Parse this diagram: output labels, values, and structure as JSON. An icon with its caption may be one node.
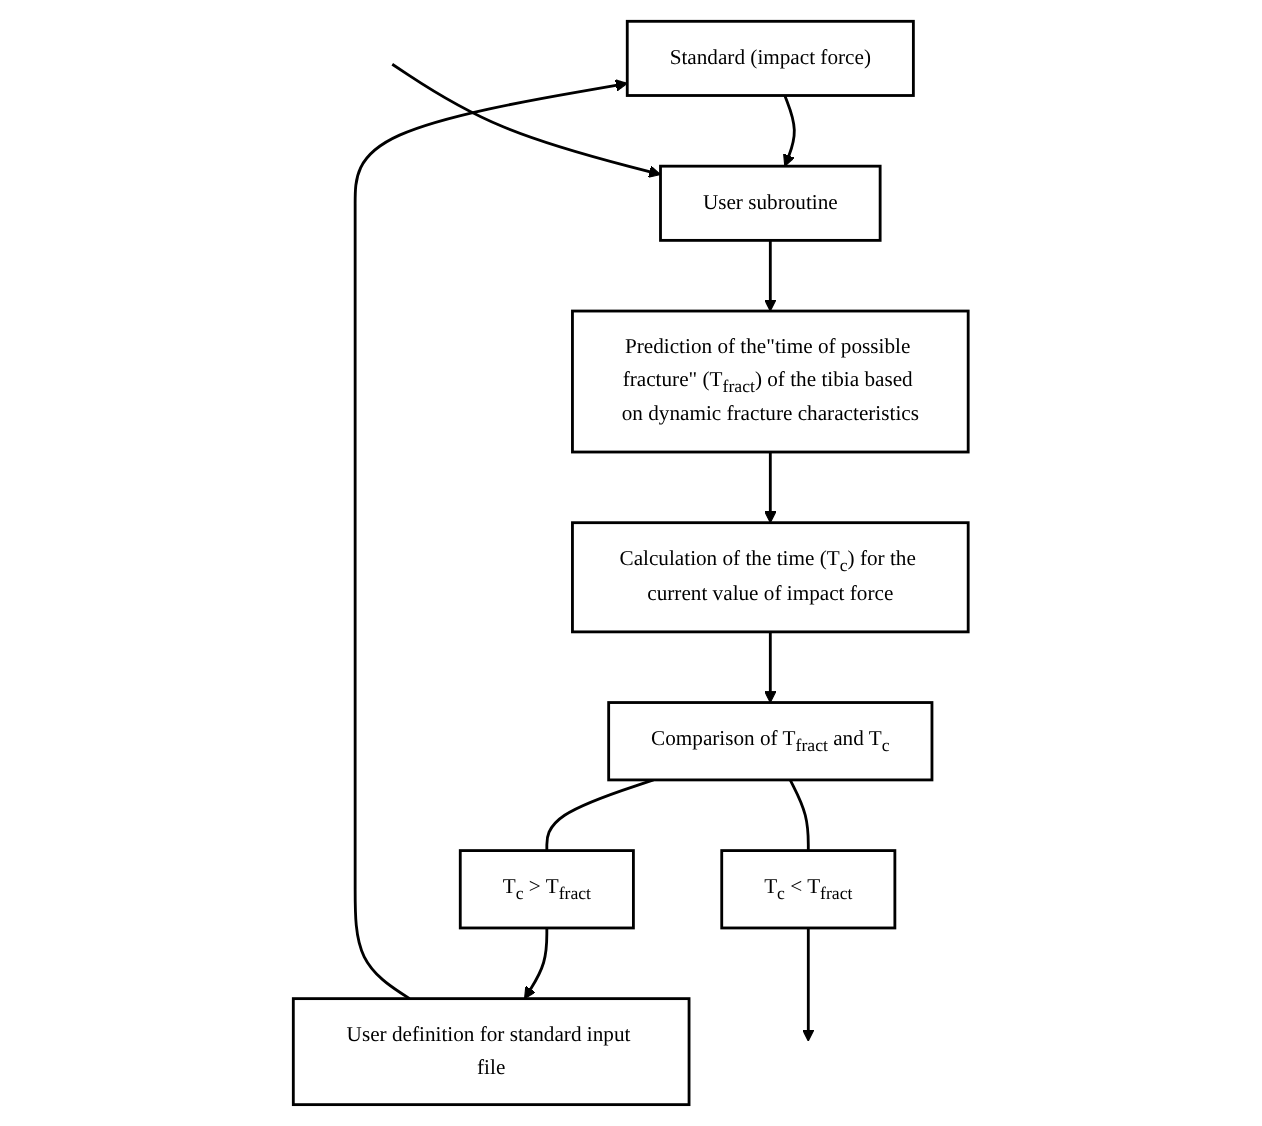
{
  "diagram": {
    "nodes": [
      {
        "text": [
          "Standard (impact force)"
        ]
      },
      {
        "text": [
          "User subroutine"
        ]
      },
      {
        "text": [
          "Prediction of the\"time of possible fracture\" (T$_{fract}$) of the tibia based on dynamic fracture characteristics"
        ]
      },
      {
        "text": [
          "Calculation of the time (T$_{c}$) for the current value of impact force"
        ]
      },
      {
        "text": [
          "Comparison of T$_{fract}$ and T$_{c}$"
        ]
      },
      {
        "text": [
          "T$_{c}$ > T$_{fract}$"
        ]
      },
      {
        "text": [
          "T$_{c}$ < T$_{fract}$"
        ]
      },
      {
        "text": [
          "User definition for standard input file"
        ]
      }
    ],
    "edges": [
      {
        "from": 0,
        "to": 1,
        "arrow": "to"
      },
      {
        "from": null,
        "to": 1,
        "arrow": "to"
      },
      {
        "from": 1,
        "to": 2,
        "arrow": "to"
      },
      {
        "from": 2,
        "to": 3,
        "arrow": "to"
      },
      {
        "from": 3,
        "to": 4,
        "arrow": "to"
      },
      {
        "from": 4,
        "to": 5,
        "arrow": "none"
      },
      {
        "from": 4,
        "to": 6,
        "arrow": "none"
      },
      {
        "from": 5,
        "to": 7,
        "arrow": "to"
      },
      {
        "from": 7,
        "to": 0,
        "arrow": "to"
      },
      {
        "from": 6,
        "to": null,
        "arrow": "to"
      }
    ]
  }
}
